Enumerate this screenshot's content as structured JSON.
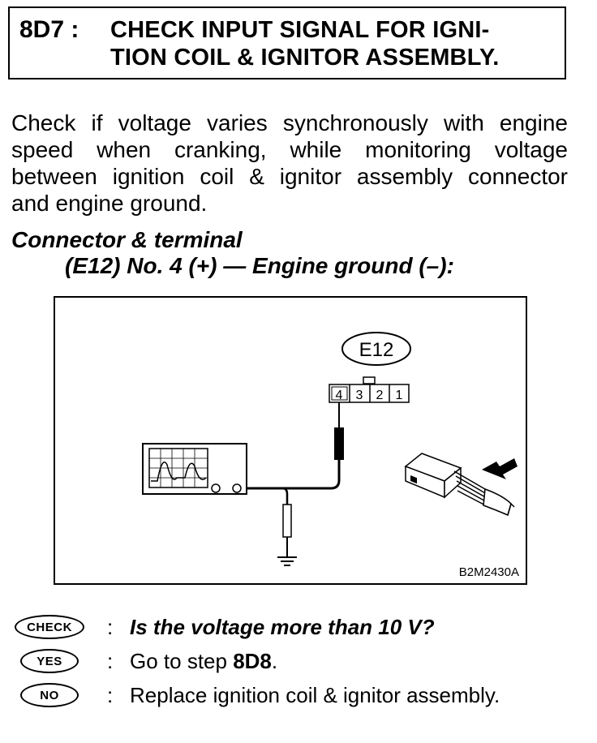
{
  "header": {
    "step_id": "8D7 :",
    "title_line1": "CHECK INPUT SIGNAL FOR IGNI-",
    "title_line2": "TION COIL & IGNITOR ASSEMBLY."
  },
  "body": {
    "line1": "Check if voltage varies synchronously with engine",
    "line2": "speed when cranking, while monitoring voltage",
    "line3": "between ignition coil & ignitor assembly connector",
    "line4": "and engine ground."
  },
  "connector": {
    "heading": "Connector & terminal",
    "spec": "(E12) No. 4 (+) — Engine ground (–):"
  },
  "diagram": {
    "connector_label": "E12",
    "pins": [
      "4",
      "3",
      "2",
      "1"
    ],
    "code": "B2M2430A"
  },
  "qa": {
    "check": {
      "badge": "CHECK",
      "colon": ":",
      "text": "Is the voltage more than 10 V?"
    },
    "yes": {
      "badge": "YES",
      "colon": ":",
      "text_prefix": "Go to step ",
      "text_step": "8D8",
      "text_suffix": "."
    },
    "no": {
      "badge": "NO",
      "colon": ":",
      "text": "Replace ignition coil & ignitor assembly."
    }
  }
}
